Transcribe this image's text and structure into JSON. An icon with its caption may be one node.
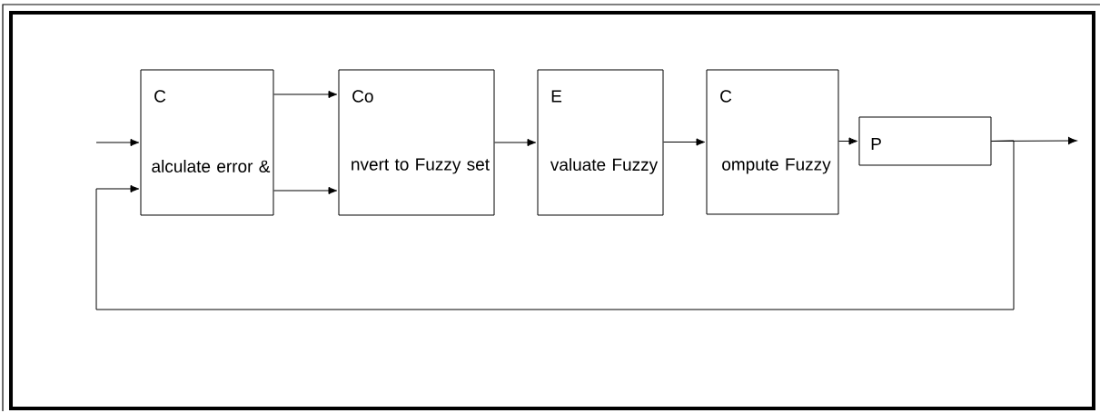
{
  "diagram": {
    "nodes": [
      {
        "text": [
          "C",
          "alculate error &"
        ]
      },
      {
        "text": [
          "Co",
          "nvert to Fuzzy set"
        ]
      },
      {
        "text": [
          "E",
          "valuate Fuzzy"
        ]
      },
      {
        "text": [
          "C",
          "ompute Fuzzy"
        ]
      },
      {
        "text": [
          "P"
        ]
      }
    ],
    "edges": [
      {
        "from": null,
        "to": 0,
        "arrow": "to"
      },
      {
        "from": 0,
        "to": 1,
        "arrow": "to"
      },
      {
        "from": 0,
        "to": 1,
        "arrow": "to"
      },
      {
        "from": 1,
        "to": 2,
        "arrow": "to"
      },
      {
        "from": 2,
        "to": 3,
        "arrow": "to"
      },
      {
        "from": 3,
        "to": 4,
        "arrow": "to"
      },
      {
        "from": 4,
        "to": null,
        "arrow": "to"
      },
      {
        "from": 4,
        "to": 0,
        "arrow": "to"
      }
    ]
  }
}
